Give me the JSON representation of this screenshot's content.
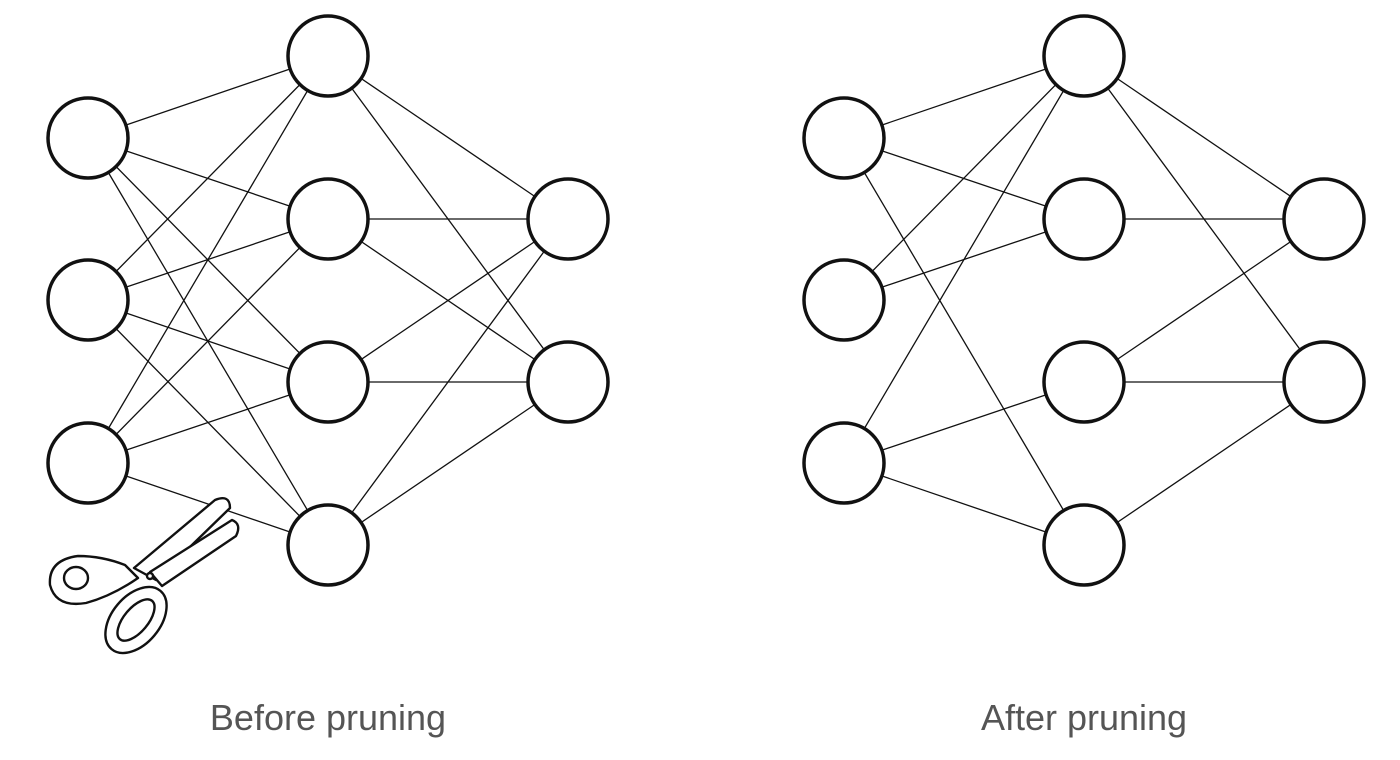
{
  "captions": {
    "before": "Before pruning",
    "after": "After pruning"
  },
  "colors": {
    "stroke": "#111111",
    "caption": "#555555",
    "background": "#ffffff"
  },
  "icons": [
    "scissors-icon"
  ],
  "networks": [
    {
      "id": "before",
      "layers": [
        3,
        4,
        2
      ],
      "edges": [
        [
          0,
          0,
          1,
          0
        ],
        [
          0,
          0,
          1,
          1
        ],
        [
          0,
          0,
          1,
          2
        ],
        [
          0,
          0,
          1,
          3
        ],
        [
          0,
          1,
          1,
          0
        ],
        [
          0,
          1,
          1,
          1
        ],
        [
          0,
          1,
          1,
          2
        ],
        [
          0,
          1,
          1,
          3
        ],
        [
          0,
          2,
          1,
          0
        ],
        [
          0,
          2,
          1,
          1
        ],
        [
          0,
          2,
          1,
          2
        ],
        [
          0,
          2,
          1,
          3
        ],
        [
          1,
          0,
          2,
          0
        ],
        [
          1,
          0,
          2,
          1
        ],
        [
          1,
          1,
          2,
          0
        ],
        [
          1,
          1,
          2,
          1
        ],
        [
          1,
          2,
          2,
          0
        ],
        [
          1,
          2,
          2,
          1
        ],
        [
          1,
          3,
          2,
          0
        ],
        [
          1,
          3,
          2,
          1
        ]
      ]
    },
    {
      "id": "after",
      "layers": [
        3,
        4,
        2
      ],
      "edges": [
        [
          0,
          0,
          1,
          0
        ],
        [
          0,
          0,
          1,
          1
        ],
        [
          0,
          0,
          1,
          3
        ],
        [
          0,
          1,
          1,
          0
        ],
        [
          0,
          1,
          1,
          1
        ],
        [
          0,
          2,
          1,
          0
        ],
        [
          0,
          2,
          1,
          2
        ],
        [
          0,
          2,
          1,
          3
        ],
        [
          1,
          0,
          2,
          0
        ],
        [
          1,
          0,
          2,
          1
        ],
        [
          1,
          1,
          2,
          0
        ],
        [
          1,
          2,
          2,
          0
        ],
        [
          1,
          2,
          2,
          1
        ],
        [
          1,
          3,
          2,
          1
        ]
      ]
    }
  ]
}
